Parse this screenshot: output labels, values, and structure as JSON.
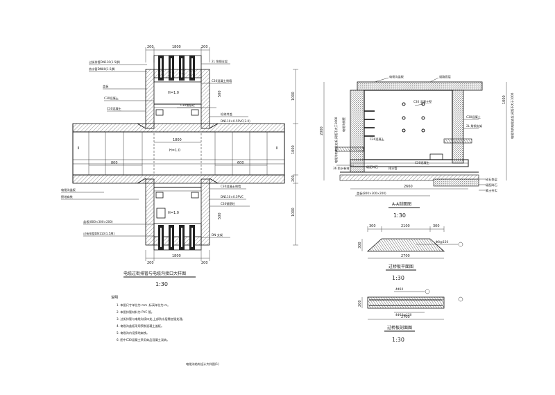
{
  "drawing": {
    "plan": {
      "title": "电缆过街排管与电缆沟接口大样图",
      "scale": "1:30",
      "dims": {
        "top": [
          "200",
          "1800",
          "200"
        ],
        "top_mid": "1800",
        "bottom": [
          "200",
          "1800",
          "200"
        ],
        "left_width": "800",
        "right_width": "600",
        "right_side": [
          "1000",
          "1000",
          "200",
          "1000"
        ],
        "side_500": "500"
      },
      "labels": {
        "l1": "过街排管DN110(1.5厚)",
        "l2": "热水管DN80(1.5厚)",
        "l3": "盖板",
        "l4": "C30混凝土",
        "l5": "C30混凝土",
        "l6": "电缆沟盖板",
        "l7": "接地扁铁",
        "l8": "盖板(800×300×200)",
        "l9": "过街排管DN110(1.5厚)",
        "r1": "2L 角钢支架",
        "r2": "C30混凝土侧墙",
        "r3": "C30钢筋砼",
        "r4": "检修井盖",
        "r5": "DN110×0.5PVC(2.0)",
        "r6": "C30混凝土侧墙",
        "r7": "DN110×0.5PVC",
        "r8": "C30钢筋砼",
        "r9": "DN 支架"
      },
      "marks": {
        "h1": "H=1.0",
        "h2": "H=1.0",
        "h3": "H=1.0",
        "bar": "Ⅱ"
      }
    },
    "section": {
      "title": "A-A剖面图",
      "scale": "1:30",
      "dims": {
        "bottom": "2660",
        "right": "1000",
        "left_height": "2000"
      },
      "labels": {
        "top1": "电缆沟盖板",
        "top2": "道路面层",
        "l1": "排水管",
        "l2": "C30混凝土",
        "l3": "36 防水卷材",
        "l4": "级配碎石",
        "l5": "盖板(800×300×200)",
        "r1": "C30 混凝土壁",
        "r2": "2L 角钢支架",
        "r3": "C30混凝土",
        "r4": "C30混凝土",
        "r5": "碎石垫层",
        "r6": "级配碎石",
        "r7": "素土夯实",
        "v1": "电缆沟内电缆支架,间距不大于1000",
        "v2": "电缆沟侧壁"
      }
    },
    "detail1": {
      "title": "过桥板平面图",
      "scale": "1:30",
      "dims": [
        "300",
        "2100",
        "300"
      ],
      "total": "2700",
      "side": "300",
      "note": "Φ8@150"
    },
    "detail2": {
      "title": "过桥板剖面图",
      "scale": "1:30",
      "total": "2700",
      "side": "200",
      "top_note": "4Φ10",
      "bot_note": "4Φ10@150"
    },
    "notes": {
      "heading": "说明",
      "items": [
        "1. 本图尺寸单位为 mm ,标高单位为 m。",
        "2. 本图排管材料为 PVC 管。",
        "3. 过街排管与电缆沟接口处,上部防水层需加强处理。",
        "4. 电缆沟盖板采用预制混凝土盖板。",
        "5. 电缆沟内设接地扁铁。",
        "6. 图中C30混凝土采用商品混凝土浇筑。"
      ]
    },
    "footer": "电缆沟结构设计大样图(1)"
  }
}
